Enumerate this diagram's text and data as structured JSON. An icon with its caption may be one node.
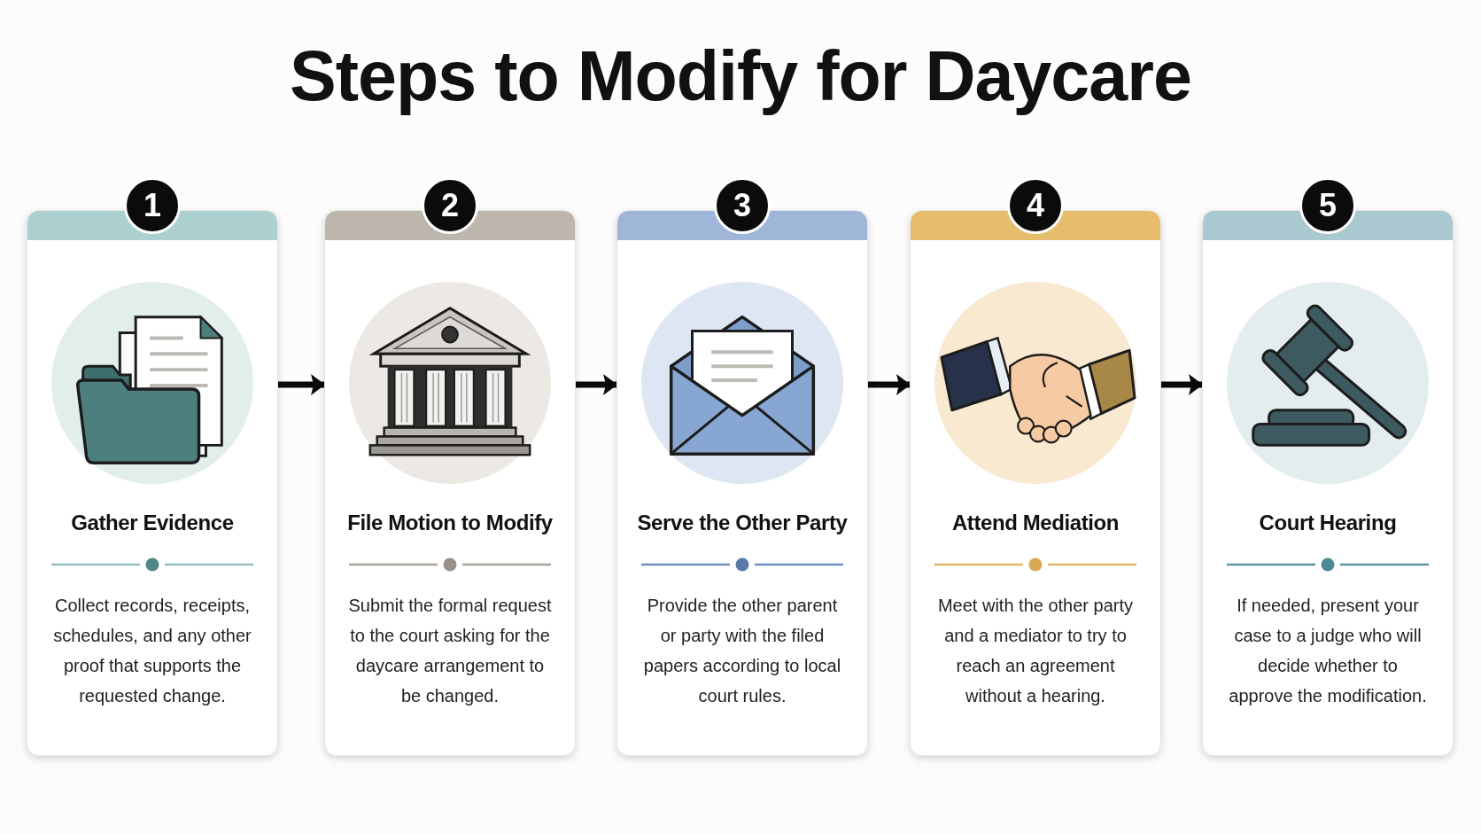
{
  "diagram": {
    "title": "Steps to Modify for Daycare",
    "nodes": [
      {
        "text": [
          "1",
          "Gather Evidence",
          "Collect records, receipts, schedules, and any other proof that supports the requested change."
        ]
      },
      {
        "text": [
          "2",
          "File Motion to Modify",
          "Submit the formal request to the court asking for the daycare arrangement to be changed."
        ]
      },
      {
        "text": [
          "3",
          "Serve the Other Party",
          "Provide the other parent or party with the filed papers according to local court rules."
        ]
      },
      {
        "text": [
          "4",
          "Attend Mediation",
          "Meet with the other party and a mediator to try to reach an agreement without a hearing."
        ]
      },
      {
        "text": [
          "5",
          "Court Hearing",
          "If needed, present your case to a judge who will decide whether to approve the modification."
        ]
      }
    ],
    "edges": [
      {
        "from": 0,
        "to": 1,
        "arrow": "to"
      },
      {
        "from": 1,
        "to": 2,
        "arrow": "to"
      },
      {
        "from": 2,
        "to": 3,
        "arrow": "to"
      },
      {
        "from": 3,
        "to": 4,
        "arrow": "to"
      }
    ]
  }
}
